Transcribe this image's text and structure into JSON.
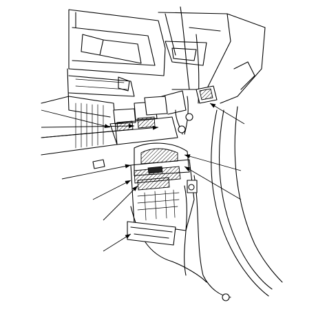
{
  "diagram": {
    "leader_lines": [
      {
        "id": "left-1"
      },
      {
        "id": "left-2"
      },
      {
        "id": "left-3"
      },
      {
        "id": "left-4"
      },
      {
        "id": "left-5"
      },
      {
        "id": "left-6"
      },
      {
        "id": "left-7"
      },
      {
        "id": "right-1"
      },
      {
        "id": "right-2"
      },
      {
        "id": "right-3"
      }
    ]
  }
}
